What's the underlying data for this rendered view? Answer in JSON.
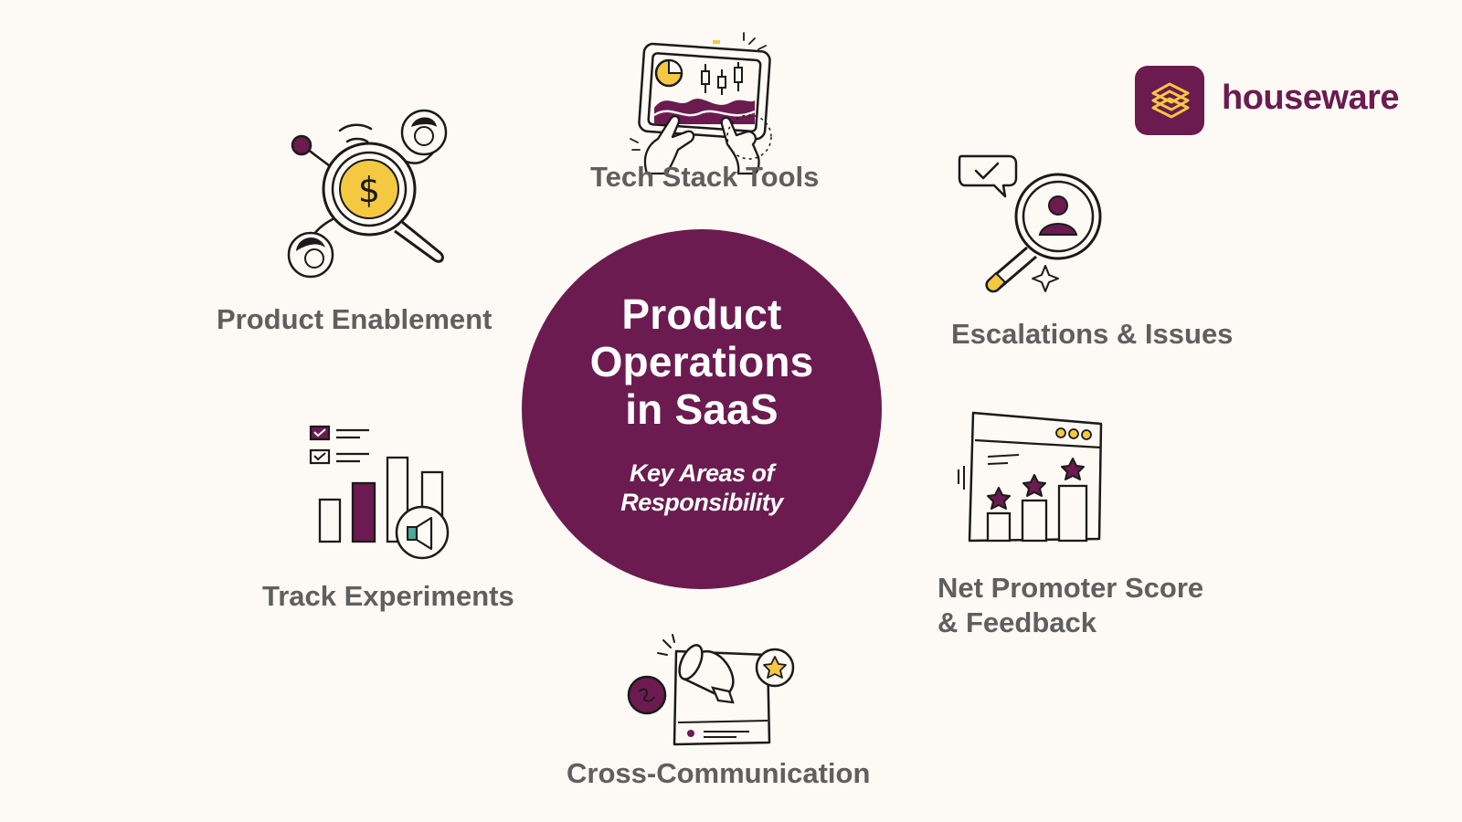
{
  "center": {
    "title_lines": [
      "Product",
      "Operations",
      "in SaaS"
    ],
    "subtitle_lines": [
      "Key Areas of",
      "Responsibility"
    ]
  },
  "areas": {
    "tech_stack": "Tech Stack Tools",
    "product_enablement": "Product Enablement",
    "escalations": "Escalations & Issues",
    "track_experiments": "Track Experiments",
    "nps_lines": [
      "Net Promoter Score",
      "& Feedback"
    ],
    "cross_communication": "Cross-Communication"
  },
  "brand": {
    "name": "houseware"
  },
  "icons": {
    "tech_stack": "tablet-chart-hands-icon",
    "product_enablement": "magnifier-dollar-people-icon",
    "escalations": "magnifier-user-check-icon",
    "track_experiments": "bar-chart-checklist-megaphone-icon",
    "nps": "browser-star-rating-bars-icon",
    "cross_communication": "megaphone-screen-star-icon",
    "logo": "houseware-logo-icon"
  },
  "colors": {
    "background": "#fdf9f4",
    "accent": "#6b1b4f",
    "highlight": "#f5c842",
    "label_text": "#5f5f5f",
    "line": "#1a1a1a"
  }
}
